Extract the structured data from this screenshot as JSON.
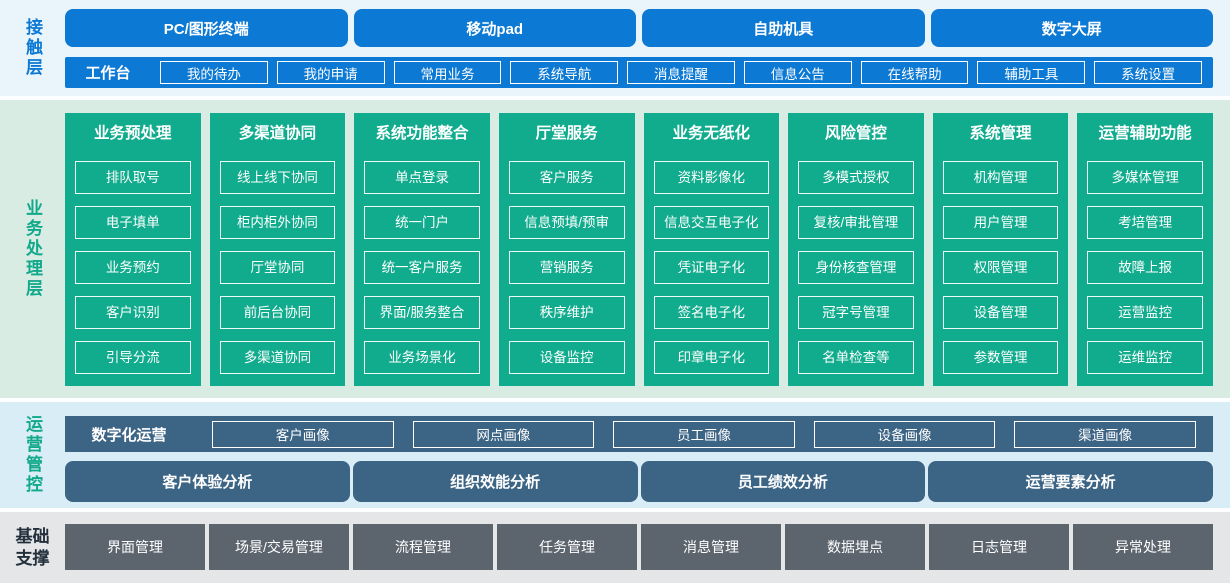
{
  "colors": {
    "blue": "#0c79d4",
    "teal": "#10ac8d",
    "slate_blue": "#3c6485",
    "gray": "#5c646e",
    "contact_bg": "#e9f4fb",
    "business_bg": "#d8ece4",
    "ops_bg": "#d9edf6",
    "foundation_bg": "#e4e6e8"
  },
  "contact_layer": {
    "label": "接触层",
    "channels": [
      "PC/图形终端",
      "移动pad",
      "自助机具",
      "数字大屏"
    ],
    "workbench": {
      "label": "工作台",
      "items": [
        "我的待办",
        "我的申请",
        "常用业务",
        "系统导航",
        "消息提醒",
        "信息公告",
        "在线帮助",
        "辅助工具",
        "系统设置"
      ]
    }
  },
  "business_layer": {
    "label": "业务处理层",
    "columns": [
      {
        "title": "业务预处理",
        "items": [
          "排队取号",
          "电子填单",
          "业务预约",
          "客户识别",
          "引导分流"
        ]
      },
      {
        "title": "多渠道协同",
        "items": [
          "线上线下协同",
          "柜内柜外协同",
          "厅堂协同",
          "前后台协同",
          "多渠道协同"
        ]
      },
      {
        "title": "系统功能整合",
        "items": [
          "单点登录",
          "统一门户",
          "统一客户服务",
          "界面/服务整合",
          "业务场景化"
        ]
      },
      {
        "title": "厅堂服务",
        "items": [
          "客户服务",
          "信息预填/预审",
          "营销服务",
          "秩序维护",
          "设备监控"
        ]
      },
      {
        "title": "业务无纸化",
        "items": [
          "资料影像化",
          "信息交互电子化",
          "凭证电子化",
          "签名电子化",
          "印章电子化"
        ]
      },
      {
        "title": "风险管控",
        "items": [
          "多模式授权",
          "复核/审批管理",
          "身份核查管理",
          "冠字号管理",
          "名单检查等"
        ]
      },
      {
        "title": "系统管理",
        "items": [
          "机构管理",
          "用户管理",
          "权限管理",
          "设备管理",
          "参数管理"
        ]
      },
      {
        "title": "运营辅助功能",
        "items": [
          "多媒体管理",
          "考培管理",
          "故障上报",
          "运营监控",
          "运维监控"
        ]
      }
    ]
  },
  "operation_layer": {
    "label": "运营管控",
    "digital_ops": {
      "label": "数字化运营",
      "items": [
        "客户画像",
        "网点画像",
        "员工画像",
        "设备画像",
        "渠道画像"
      ]
    },
    "analysis": [
      "客户体验分析",
      "组织效能分析",
      "员工绩效分析",
      "运营要素分析"
    ]
  },
  "foundation_layer": {
    "label": "基础支撑",
    "items": [
      "界面管理",
      "场景/交易管理",
      "流程管理",
      "任务管理",
      "消息管理",
      "数据埋点",
      "日志管理",
      "异常处理"
    ]
  }
}
